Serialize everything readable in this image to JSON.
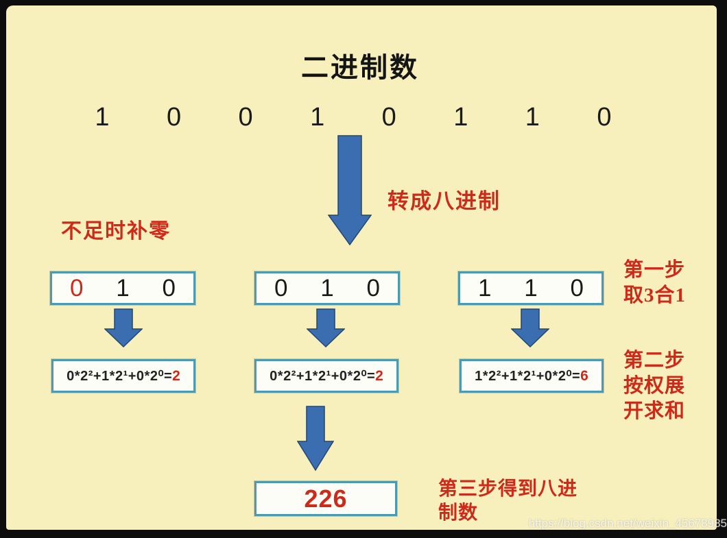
{
  "title": "二进制数",
  "binary_digits": [
    "1",
    "0",
    "0",
    "1",
    "0",
    "1",
    "1",
    "0"
  ],
  "convert_arrow_label": "转成八进制",
  "pad_note": "不足时补零",
  "groups": [
    {
      "digits": [
        {
          "value": "0",
          "red": true
        },
        {
          "value": "1",
          "red": false
        },
        {
          "value": "0",
          "red": false
        }
      ]
    },
    {
      "digits": [
        {
          "value": "0",
          "red": false
        },
        {
          "value": "1",
          "red": false
        },
        {
          "value": "0",
          "red": false
        }
      ]
    },
    {
      "digits": [
        {
          "value": "1",
          "red": false
        },
        {
          "value": "1",
          "red": false
        },
        {
          "value": "0",
          "red": false
        }
      ]
    }
  ],
  "formulas": [
    {
      "expr": "0*2²+1*2¹+0*2⁰=",
      "result": "2"
    },
    {
      "expr": "0*2²+1*2¹+0*2⁰=",
      "result": "2"
    },
    {
      "expr": "1*2²+1*2¹+0*2⁰=",
      "result": "6"
    }
  ],
  "steps": {
    "step1": [
      "第一步",
      "取3合1"
    ],
    "step2": [
      "第二步",
      "按权展",
      "开求和"
    ],
    "step3": [
      "第三步得到八进",
      "制数"
    ]
  },
  "final_result": "226",
  "watermark": "https://blog.csdn.net/weixin_45678985",
  "colors": {
    "background": "#f7f0bc",
    "frame": "#0d0d0d",
    "arrow_blue": "#3b6db1",
    "box_border": "#4c9ab2",
    "red_text": "#ce2a1a"
  }
}
